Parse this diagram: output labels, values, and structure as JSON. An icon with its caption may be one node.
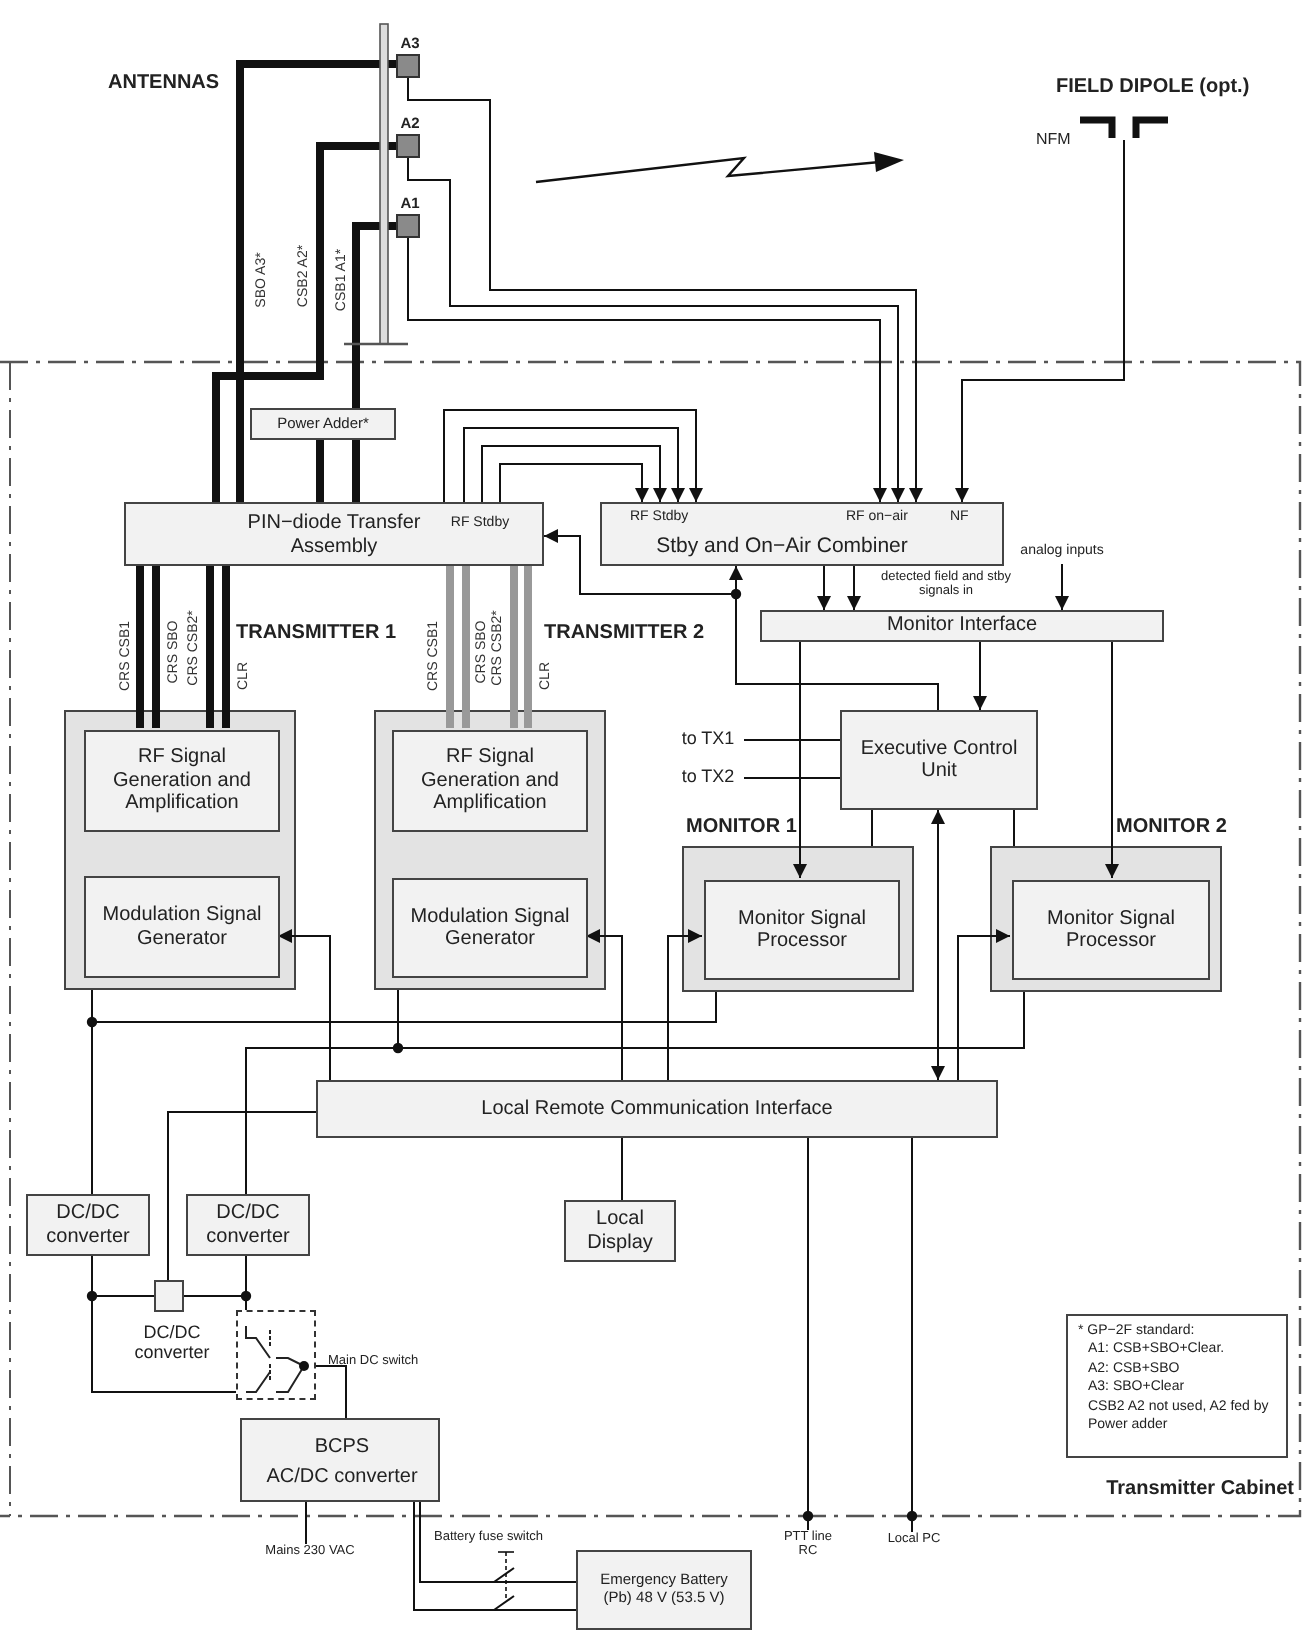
{
  "diagram": {
    "nodes": [
      {
        "text": [
          "A3"
        ]
      },
      {
        "text": [
          "A2"
        ]
      },
      {
        "text": [
          "A1"
        ]
      },
      {
        "text": [
          "FIELD DIPOLE (opt.)"
        ],
        "beside": [
          "NFM"
        ]
      },
      {
        "text": [
          "Transmitter Cabinet"
        ]
      },
      {
        "text": [
          "Power Adder*"
        ],
        "in": 4
      },
      {
        "text": [
          "PIN−diode Transfer Assembly",
          "RF Stdby"
        ],
        "in": 4
      },
      {
        "text": [
          "RF Stdby",
          "RF on−air",
          "NF",
          "Stby and On−Air Combiner"
        ],
        "in": 4
      },
      {
        "text": [
          "analog inputs"
        ],
        "in": 4
      },
      {
        "text": [
          "Monitor Interface"
        ],
        "in": 4
      },
      {
        "text": [
          "Executive Control Unit"
        ],
        "in": 4
      },
      {
        "text": [
          "to TX1"
        ],
        "in": 4
      },
      {
        "text": [
          "to TX2"
        ],
        "in": 4
      },
      {
        "text": [],
        "shape": "box",
        "in": 4
      },
      {
        "text": [
          "RF Signal Generation and Amplification"
        ],
        "in": 13
      },
      {
        "text": [
          "Modulation Signal Generator"
        ],
        "in": 13
      },
      {
        "text": [],
        "shape": "box",
        "in": 4
      },
      {
        "text": [
          "RF Signal Generation and Amplification"
        ],
        "in": 16
      },
      {
        "text": [
          "Modulation Signal Generator"
        ],
        "in": 16
      },
      {
        "text": [
          "MONITOR 1"
        ],
        "in": 4
      },
      {
        "text": [
          "Monitor Signal Processor"
        ],
        "in": 19
      },
      {
        "text": [
          "MONITOR 2"
        ],
        "in": 4
      },
      {
        "text": [
          "Monitor Signal Processor"
        ],
        "in": 21
      },
      {
        "text": [
          "Local Remote Communication Interface"
        ],
        "in": 4
      },
      {
        "text": [
          "Local Display"
        ],
        "in": 4
      },
      {
        "text": [
          "DC/DC converter"
        ],
        "in": 4
      },
      {
        "text": [
          "DC/DC converter"
        ],
        "in": 4
      },
      {
        "text": [
          "DC/DC converter"
        ],
        "in": 4
      },
      {
        "text": [
          "Main DC switch"
        ],
        "in": 4
      },
      {
        "text": [
          "BCPS",
          "AC/DC converter"
        ],
        "in": 4
      },
      {
        "text": [
          "* GP−2F standard:",
          "A1: CSB+SBO+Clear.",
          "A2: CSB+SBO",
          "A3: SBO+Clear",
          "CSB2 A2 not used, A2 fed by Power adder"
        ],
        "in": 4
      },
      {
        "text": [
          "Mains 230 VAC"
        ]
      },
      {
        "text": [
          "Emergency Battery (Pb) 48 V (53.5 V)"
        ]
      },
      {
        "text": [
          "PTT line RC"
        ]
      },
      {
        "text": [
          "Local PC"
        ]
      }
    ],
    "edges": [
      {
        "from": 6,
        "to": 0,
        "arrow": "none",
        "style": "thick",
        "label": "SBO A3*"
      },
      {
        "from": 6,
        "to": 1,
        "arrow": "none",
        "style": "thick",
        "label": "CSB2 A2*"
      },
      {
        "from": 6,
        "to": 5,
        "arrow": "none",
        "style": "thick"
      },
      {
        "from": 6,
        "to": 5,
        "arrow": "none",
        "style": "thick"
      },
      {
        "from": 5,
        "to": 2,
        "arrow": "none",
        "style": "thick",
        "label": "CSB1 A1*"
      },
      {
        "from": 0,
        "to": 7,
        "arrow": "to"
      },
      {
        "from": 1,
        "to": 7,
        "arrow": "to"
      },
      {
        "from": 2,
        "to": 7,
        "arrow": "to"
      },
      {
        "from": 3,
        "to": 7,
        "arrow": "to"
      },
      {
        "from": 6,
        "to": 7,
        "arrow": "to"
      },
      {
        "from": 6,
        "to": 7,
        "arrow": "to"
      },
      {
        "from": 6,
        "to": 7,
        "arrow": "to"
      },
      {
        "from": 6,
        "to": 7,
        "arrow": "to"
      },
      {
        "from": 10,
        "to": 7,
        "arrow": "to"
      },
      {
        "from": 10,
        "to": 6,
        "arrow": "to"
      },
      {
        "from": 7,
        "to": 9,
        "arrow": "to"
      },
      {
        "from": 7,
        "to": 9,
        "arrow": "to"
      },
      {
        "from": 8,
        "to": 9,
        "arrow": "to"
      },
      {
        "from": 9,
        "to": 10,
        "arrow": "to"
      },
      {
        "from": 9,
        "to": 20,
        "arrow": "to"
      },
      {
        "from": 9,
        "to": 22,
        "arrow": "to"
      },
      {
        "from": 10,
        "to": 19,
        "arrow": "none"
      },
      {
        "from": 10,
        "to": 21,
        "arrow": "none"
      },
      {
        "from": 10,
        "to": 23,
        "arrow": "both"
      },
      {
        "from": 11,
        "to": 10,
        "arrow": "none"
      },
      {
        "from": 12,
        "to": 10,
        "arrow": "none"
      },
      {
        "from": 14,
        "to": 6,
        "arrow": "none",
        "style": "thick",
        "label": "CRS CSB1"
      },
      {
        "from": 14,
        "to": 6,
        "arrow": "none",
        "style": "thick",
        "label": "CRS SBO"
      },
      {
        "from": 14,
        "to": 6,
        "arrow": "none",
        "style": "thick",
        "label": "CRS CSB2*"
      },
      {
        "from": 14,
        "to": 6,
        "arrow": "none",
        "style": "thick",
        "label": "CLR"
      },
      {
        "from": 17,
        "to": 6,
        "arrow": "none",
        "style": "thick",
        "color": "#999999",
        "label": "CRS CSB1"
      },
      {
        "from": 17,
        "to": 6,
        "arrow": "none",
        "style": "thick",
        "color": "#999999",
        "label": "CRS SBO"
      },
      {
        "from": 17,
        "to": 6,
        "arrow": "none",
        "style": "thick",
        "color": "#999999",
        "label": "CRS CSB2*"
      },
      {
        "from": 17,
        "to": 6,
        "arrow": "none",
        "style": "thick",
        "color": "#999999",
        "label": "CLR"
      },
      {
        "from": 23,
        "to": 20,
        "arrow": "to"
      },
      {
        "from": 23,
        "to": 22,
        "arrow": "to"
      },
      {
        "from": 23,
        "to": 15,
        "arrow": "to"
      },
      {
        "from": 23,
        "to": 18,
        "arrow": "to"
      },
      {
        "from": 13,
        "to": 25,
        "arrow": "none"
      },
      {
        "from": 19,
        "to": 25,
        "arrow": "none"
      },
      {
        "from": 16,
        "to": 26,
        "arrow": "none"
      },
      {
        "from": 21,
        "to": 26,
        "arrow": "none"
      },
      {
        "from": 27,
        "to": 23,
        "arrow": "none"
      },
      {
        "from": 25,
        "to": 27,
        "arrow": "none"
      },
      {
        "from": 27,
        "to": 26,
        "arrow": "none"
      },
      {
        "from": 25,
        "to": 28,
        "arrow": "none"
      },
      {
        "from": 26,
        "to": 28,
        "arrow": "none"
      },
      {
        "from": 28,
        "to": 29,
        "arrow": "none"
      },
      {
        "from": 29,
        "to": 31,
        "arrow": "none"
      },
      {
        "from": 29,
        "to": 32,
        "arrow": "none"
      },
      {
        "from": 29,
        "to": 32,
        "arrow": "none"
      },
      {
        "from": 23,
        "to": 24,
        "arrow": "none"
      },
      {
        "from": 23,
        "to": 33,
        "arrow": "none"
      },
      {
        "from": 23,
        "to": 34,
        "arrow": "none"
      }
    ],
    "labels": [
      "ANTENNAS",
      "TRANSMITTER 1",
      "TRANSMITTER 2",
      "detected field and stby signals in",
      "Battery fuse switch"
    ]
  }
}
